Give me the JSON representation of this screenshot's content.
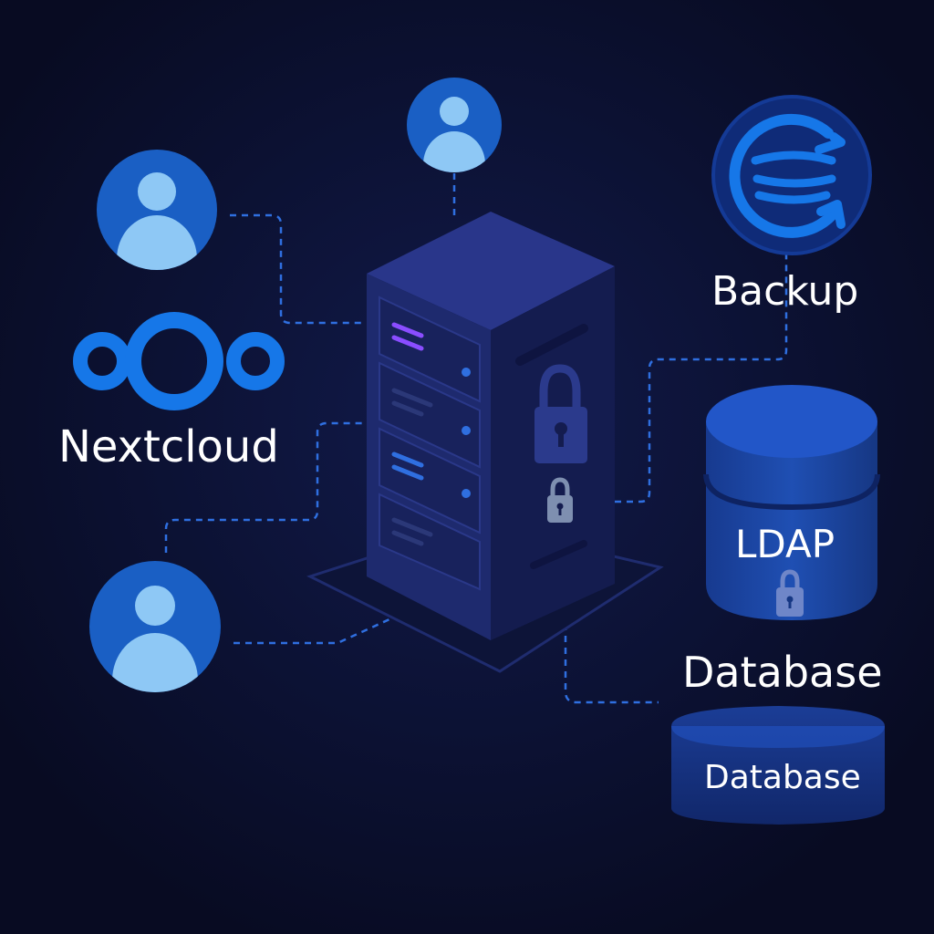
{
  "brand": {
    "name": "Nextcloud",
    "color": "#1677e8"
  },
  "nodes": {
    "backup": {
      "label": "Backup",
      "icon": "backup-sync-icon"
    },
    "ldap": {
      "label": "LDAP",
      "icon": "lock-icon"
    },
    "database_heading": {
      "label": "Database"
    },
    "database_box": {
      "label": "Database"
    },
    "users": [
      "user-icon",
      "user-icon",
      "user-icon"
    ],
    "server": {
      "icon": "server-rack-icon",
      "security": "lock-icon"
    }
  },
  "colors": {
    "background": "#080b22",
    "accent": "#1677e8",
    "avatar_circle": "#1a5fc4",
    "avatar_figure": "#8ec8f5",
    "server_front": "#1e2a6e",
    "server_side": "#141c4f",
    "server_top": "#29368a",
    "connector": "#2f6fe0",
    "purple_accent": "#8a4dff"
  }
}
